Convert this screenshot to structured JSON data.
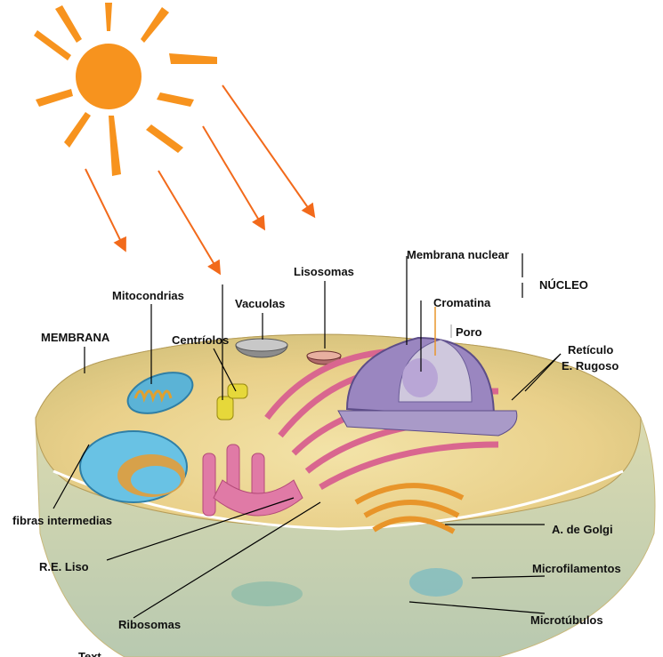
{
  "labels": {
    "membrana": "MEMBRANA",
    "mitocondrias": "Mitocondrias",
    "vacuolas": "Vacuolas",
    "lisosomas": "Lisosomas",
    "centriolos": "Centríolos",
    "membrana_nuclear": "Membrana nuclear",
    "nucleo": "NÚCLEO",
    "cromatina": "Cromatina",
    "poro": "Poro",
    "reticulo_line1": "Retículo",
    "reticulo_line2": "E. Rugoso",
    "fibras": "fibras intermedias",
    "golgi": "A. de Golgi",
    "re_liso": "R.E. Liso",
    "microfilamentos": "Microfilamentos",
    "ribosomas": "Ribosomas",
    "microtubulos": "Microtúbulos",
    "cut_text": "Text"
  },
  "colors": {
    "sun": "#f7931e",
    "arrow": "#f26a1b",
    "cytoplasm": "#f0dc9a",
    "er": "#e27aa0",
    "nucleus": "#a999c8"
  }
}
